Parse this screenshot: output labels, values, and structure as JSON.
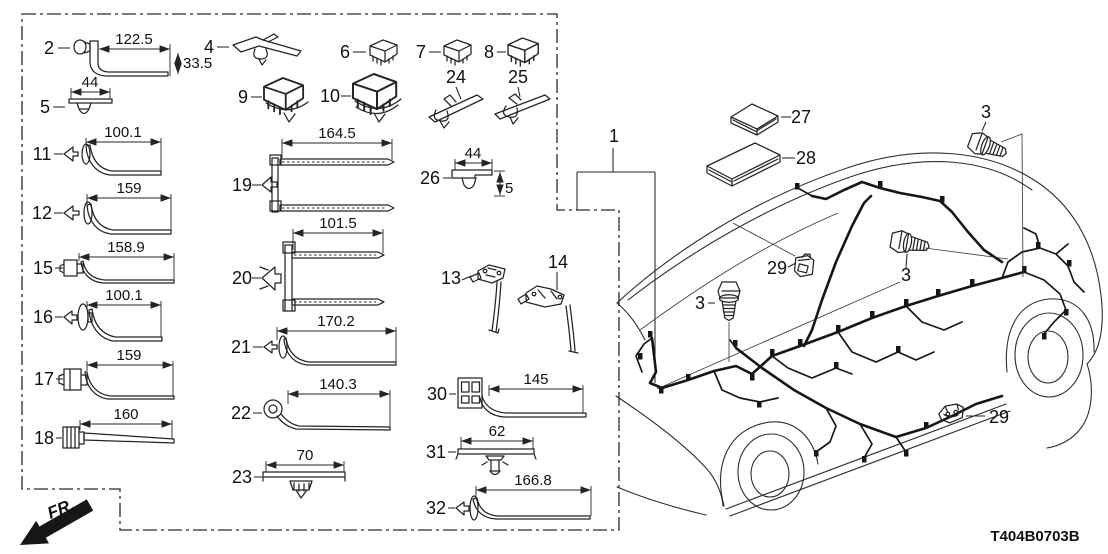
{
  "drawing": {
    "code": "T404B0703B",
    "front_label": "FR.",
    "line_color": "#222222",
    "background": "#ffffff",
    "description": "Floor wire harness and fastener clips exploded diagram"
  },
  "parts": {
    "i1": {
      "num": "1",
      "type": "floor-wire-harness"
    },
    "i2": {
      "num": "2",
      "type": "clip-with-offset-tape",
      "dim_w": "122.5",
      "dim_h": "33.5"
    },
    "i3": {
      "num": "3",
      "type": "flange-bolt"
    },
    "i4": {
      "num": "4",
      "type": "tie-strap-clip"
    },
    "i5": {
      "num": "5",
      "type": "push-clip-with-plate",
      "dim": "44"
    },
    "i6": {
      "num": "6",
      "type": "box-clip"
    },
    "i7": {
      "num": "7",
      "type": "box-clip"
    },
    "i8": {
      "num": "8",
      "type": "box-clip"
    },
    "i9": {
      "num": "9",
      "type": "box-clip-large"
    },
    "i10": {
      "num": "10",
      "type": "box-clip-large"
    },
    "i11": {
      "num": "11",
      "type": "clip-with-tape",
      "dim": "100.1"
    },
    "i12": {
      "num": "12",
      "type": "clip-with-tape",
      "dim": "159"
    },
    "i13": {
      "num": "13",
      "type": "band-clip-long-strap"
    },
    "i14": {
      "num": "14",
      "type": "band-clip-long-strap"
    },
    "i15": {
      "num": "15",
      "type": "clip-with-tape",
      "dim": "158.9"
    },
    "i16": {
      "num": "16",
      "type": "clip-with-tape",
      "dim": "100.1"
    },
    "i17": {
      "num": "17",
      "type": "clip-with-tape",
      "dim": "159"
    },
    "i18": {
      "num": "18",
      "type": "clip-with-tape",
      "dim": "160"
    },
    "i19": {
      "num": "19",
      "type": "double-wire-tie",
      "dim": "164.5"
    },
    "i20": {
      "num": "20",
      "type": "double-wire-tie",
      "dim": "101.5"
    },
    "i21": {
      "num": "21",
      "type": "clip-with-tape",
      "dim": "170.2"
    },
    "i22": {
      "num": "22",
      "type": "hook-clip-with-tape",
      "dim": "140.3"
    },
    "i23": {
      "num": "23",
      "type": "push-clip-with-plate",
      "dim": "70"
    },
    "i24": {
      "num": "24",
      "type": "tie-strap-clip"
    },
    "i25": {
      "num": "25",
      "type": "tie-strap-clip"
    },
    "i26": {
      "num": "26",
      "type": "push-clip-with-plate",
      "dim_w": "44",
      "dim_h": "5"
    },
    "i27": {
      "num": "27",
      "type": "pad-square"
    },
    "i28": {
      "num": "28",
      "type": "pad-rectangular"
    },
    "i29": {
      "num": "29",
      "type": "harness-holder-clip"
    },
    "i30": {
      "num": "30",
      "type": "connector-with-tape",
      "dim": "145"
    },
    "i31": {
      "num": "31",
      "type": "push-clip-with-plate",
      "dim": "62"
    },
    "i32": {
      "num": "32",
      "type": "clip-with-tape",
      "dim": "166.8"
    }
  }
}
